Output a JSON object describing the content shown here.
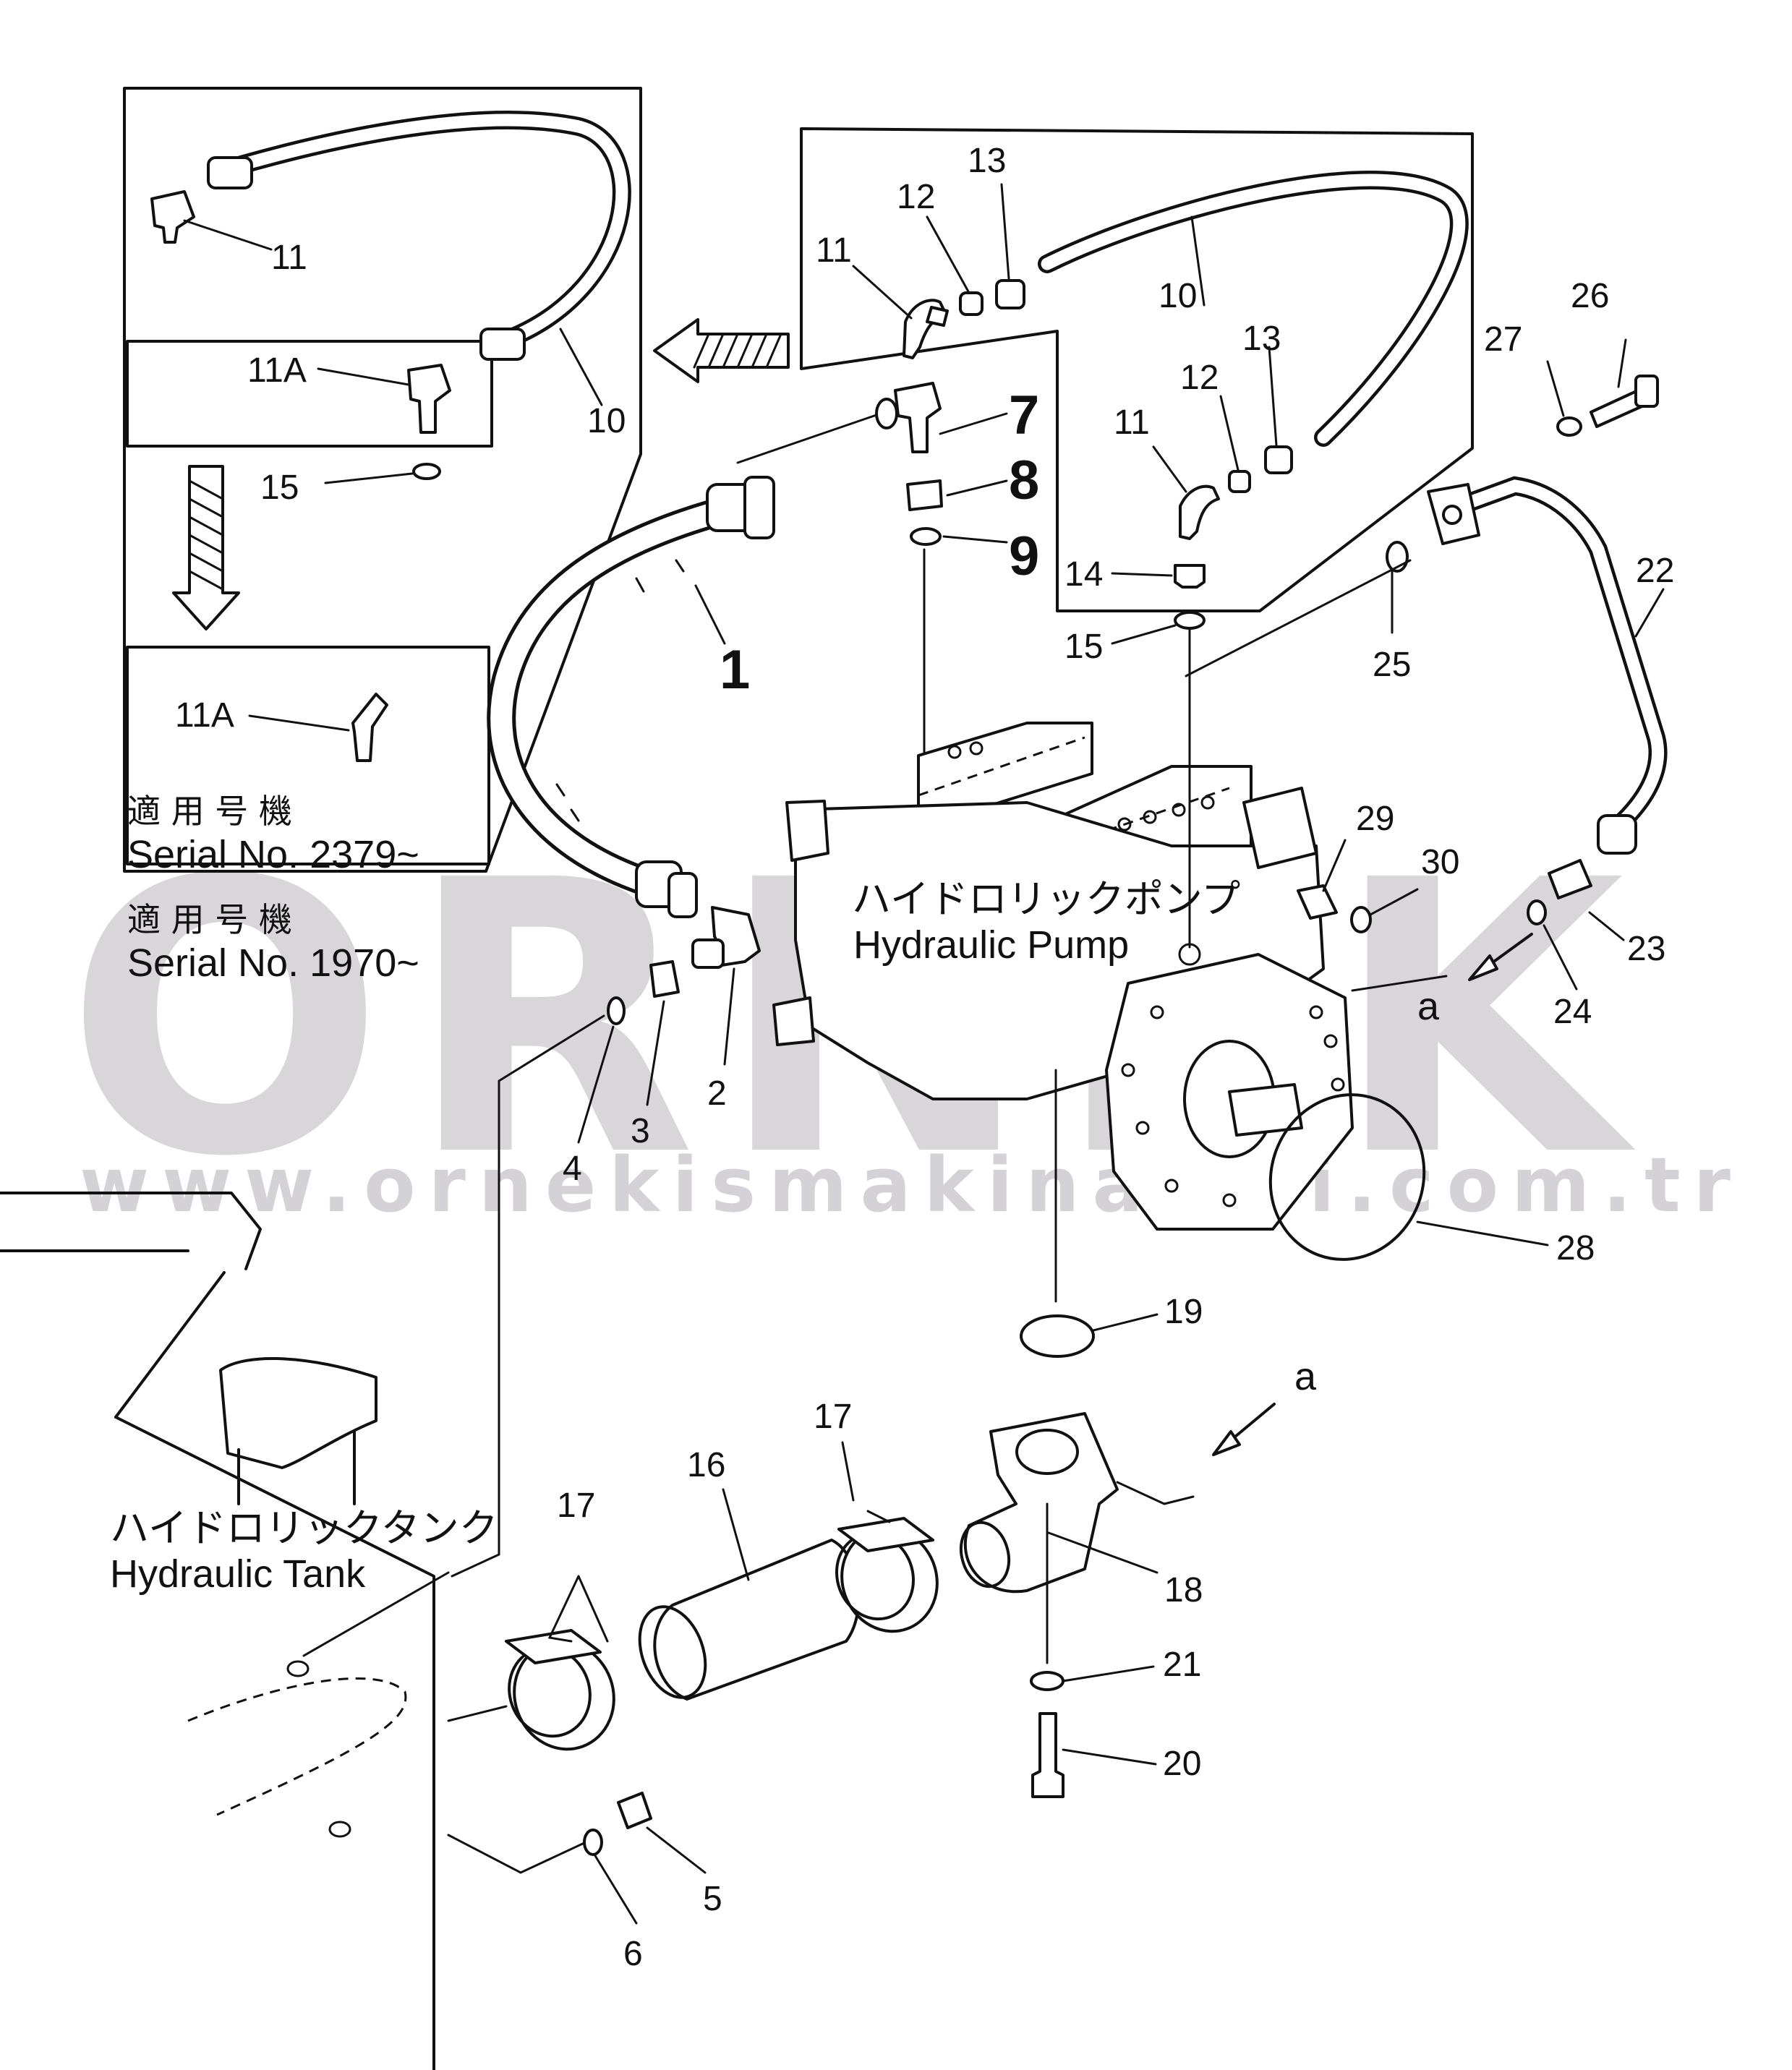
{
  "watermark": {
    "brand": "ORNEK",
    "url": "www.ornekismakinalari.com.tr"
  },
  "notes": {
    "serial_heading_1": "適 用 号 機",
    "serial_1": "Serial No. 2379~",
    "serial_heading_2": "適 用 号 機",
    "serial_2": "Serial No. 1970~"
  },
  "components": {
    "pump_jp": "ハイドロリックポンプ",
    "pump_en": "Hydraulic Pump",
    "tank_jp": "ハイドロリックタンク",
    "tank_en": "Hydraulic Tank"
  },
  "view_marks": {
    "a_upper": "a",
    "a_lower": "a"
  },
  "callouts": {
    "p1": "1",
    "p2": "2",
    "p3": "3",
    "p4": "4",
    "p5": "5",
    "p6": "6",
    "p7": "7",
    "p8": "8",
    "p9": "9",
    "p10_left": "10",
    "p10_right": "10",
    "p11_left": "11",
    "p11_upper": "11",
    "p11_lower": "11",
    "p11A_upper": "11A",
    "p11A_lower": "11A",
    "p12_upper": "12",
    "p12_lower": "12",
    "p13_upper": "13",
    "p13_lower": "13",
    "p14": "14",
    "p15_left": "15",
    "p15_right": "15",
    "p16": "16",
    "p17_left": "17",
    "p17_right": "17",
    "p18": "18",
    "p19": "19",
    "p20": "20",
    "p21": "21",
    "p22": "22",
    "p23": "23",
    "p24": "24",
    "p25": "25",
    "p26": "26",
    "p27": "27",
    "p28": "28",
    "p29": "29",
    "p30": "30"
  }
}
